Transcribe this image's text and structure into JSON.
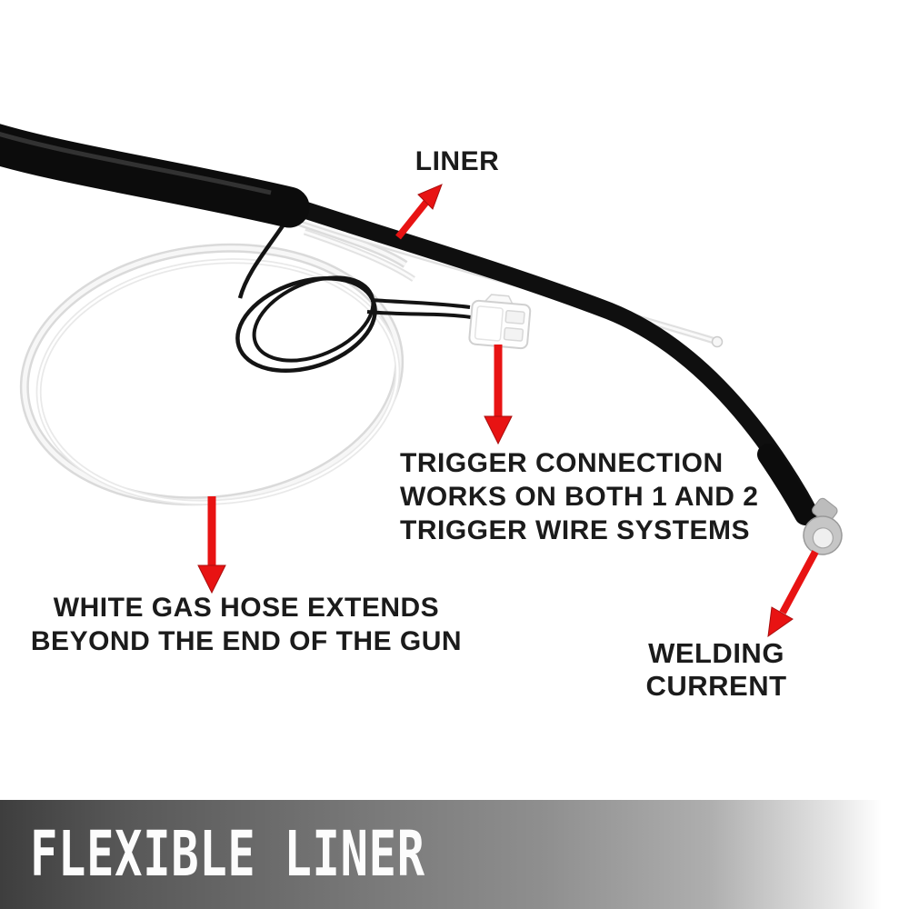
{
  "banner": {
    "title": "FLEXIBLE LINER",
    "gradient_start": "#3e3e3e",
    "gradient_end": "#ffffff",
    "text_color": "#ffffff"
  },
  "annotations": {
    "liner": {
      "label": "LINER"
    },
    "trigger_connection": {
      "lines": [
        "TRIGGER CONNECTION",
        "WORKS ON BOTH 1 AND 2",
        "TRIGGER WIRE SYSTEMS"
      ]
    },
    "gas_hose": {
      "lines": [
        "WHITE GAS HOSE EXTENDS",
        "BEYOND THE END OF THE GUN"
      ]
    },
    "welding_current": {
      "label": "WELDING CURRENT"
    }
  },
  "colors": {
    "arrow_red": "#e81313",
    "label_text": "#1b1b1b",
    "cable_black": "#0d0d0d",
    "hose_white": "#f5f5f5",
    "terminal_silver": "#c4c4c4"
  }
}
